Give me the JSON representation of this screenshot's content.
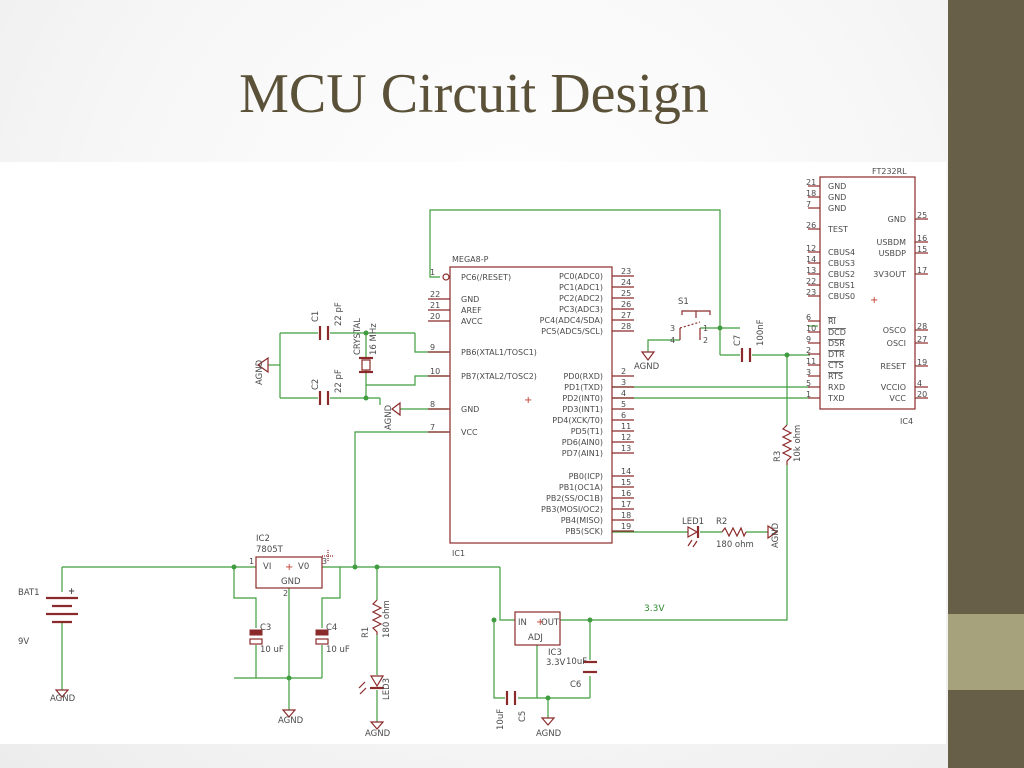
{
  "slide": {
    "title": "MCU Circuit Design"
  },
  "theme": {
    "accent": "#675f48",
    "accent_light": "#a6a27b",
    "wire": "#3f9d3f",
    "part": "#8b2a2a"
  },
  "ic1": {
    "name": "MEGA8-P",
    "ref": "IC1",
    "left_pins": [
      {
        "num": "1",
        "label": "PC6(/RESET)"
      },
      {
        "num": "22",
        "label": "GND"
      },
      {
        "num": "21",
        "label": "AREF"
      },
      {
        "num": "20",
        "label": "AVCC"
      },
      {
        "num": "9",
        "label": "PB6(XTAL1/TOSC1)"
      },
      {
        "num": "10",
        "label": "PB7(XTAL2/TOSC2)"
      },
      {
        "num": "8",
        "label": "GND"
      },
      {
        "num": "7",
        "label": "VCC"
      }
    ],
    "right_pins": [
      {
        "num": "23",
        "label": "PC0(ADC0)"
      },
      {
        "num": "24",
        "label": "PC1(ADC1)"
      },
      {
        "num": "25",
        "label": "PC2(ADC2)"
      },
      {
        "num": "26",
        "label": "PC3(ADC3)"
      },
      {
        "num": "27",
        "label": "PC4(ADC4/SDA)"
      },
      {
        "num": "28",
        "label": "PC5(ADC5/SCL)"
      },
      {
        "num": "2",
        "label": "PD0(RXD)"
      },
      {
        "num": "3",
        "label": "PD1(TXD)"
      },
      {
        "num": "4",
        "label": "PD2(INT0)"
      },
      {
        "num": "5",
        "label": "PD3(INT1)"
      },
      {
        "num": "6",
        "label": "PD4(XCK/T0)"
      },
      {
        "num": "11",
        "label": "PD5(T1)"
      },
      {
        "num": "12",
        "label": "PD6(AIN0)"
      },
      {
        "num": "13",
        "label": "PD7(AIN1)"
      },
      {
        "num": "14",
        "label": "PB0(ICP)"
      },
      {
        "num": "15",
        "label": "PB1(OC1A)"
      },
      {
        "num": "16",
        "label": "PB2(SS/OC1B)"
      },
      {
        "num": "17",
        "label": "PB3(MOSI/OC2)"
      },
      {
        "num": "18",
        "label": "PB4(MISO)"
      },
      {
        "num": "19",
        "label": "PB5(SCK)"
      }
    ]
  },
  "ic4": {
    "name": "FT232RL",
    "ref": "IC4",
    "left_pins": [
      {
        "num": "21",
        "label": "GND"
      },
      {
        "num": "18",
        "label": "GND"
      },
      {
        "num": "7",
        "label": "GND"
      },
      {
        "num": "26",
        "label": "TEST"
      },
      {
        "num": "12",
        "label": "CBUS4"
      },
      {
        "num": "14",
        "label": "CBUS3"
      },
      {
        "num": "13",
        "label": "CBUS2"
      },
      {
        "num": "22",
        "label": "CBUS1"
      },
      {
        "num": "23",
        "label": "CBUS0"
      },
      {
        "num": "6",
        "label": "RI"
      },
      {
        "num": "10",
        "label": "DCD"
      },
      {
        "num": "9",
        "label": "DSR"
      },
      {
        "num": "2",
        "label": "DTR"
      },
      {
        "num": "11",
        "label": "CTS"
      },
      {
        "num": "3",
        "label": "RTS"
      },
      {
        "num": "5",
        "label": "RXD"
      },
      {
        "num": "1",
        "label": "TXD"
      }
    ],
    "right_pins": [
      {
        "num": "25",
        "label": "GND"
      },
      {
        "num": "16",
        "label": "USBDM"
      },
      {
        "num": "15",
        "label": "USBDP"
      },
      {
        "num": "17",
        "label": "3V3OUT"
      },
      {
        "num": "28",
        "label": "OSCO"
      },
      {
        "num": "27",
        "label": "OSCI"
      },
      {
        "num": "19",
        "label": "RESET"
      },
      {
        "num": "4",
        "label": "VCCIO"
      },
      {
        "num": "20",
        "label": "VCC"
      }
    ]
  },
  "parts": {
    "c1": {
      "ref": "C1",
      "value": "22 pF"
    },
    "c2": {
      "ref": "C2",
      "value": "22 pF"
    },
    "crystal": {
      "ref": "CRYSTAL",
      "value": "16 MHz"
    },
    "s1": {
      "ref": "S1",
      "pins": [
        "3",
        "1",
        "4",
        "2"
      ]
    },
    "c7": {
      "ref": "C7",
      "value": "100nF"
    },
    "r3": {
      "ref": "R3",
      "value": "10k ohm"
    },
    "led1": {
      "ref": "LED1"
    },
    "r2": {
      "ref": "R2",
      "value": "180 ohm"
    },
    "ic2": {
      "ref": "IC2",
      "name": "7805T",
      "vi": "VI",
      "vo": "V0",
      "gnd": "GND",
      "pins": [
        "1",
        "2",
        "3"
      ]
    },
    "bat1": {
      "ref": "BAT1",
      "value": "9V"
    },
    "c3": {
      "ref": "C3",
      "value": "10 uF"
    },
    "c4": {
      "ref": "C4",
      "value": "10 uF"
    },
    "r1": {
      "ref": "R1",
      "value": "180 ohm"
    },
    "led3": {
      "ref": "LED3"
    },
    "ic3": {
      "ref": "IC3",
      "in": "IN",
      "out": "OUT",
      "adj": "ADJ",
      "value": "3.3V"
    },
    "c5": {
      "ref": "C5",
      "value": "10uF"
    },
    "c6": {
      "ref": "C6",
      "value": "10uF"
    }
  },
  "nets": {
    "agnd": "AGND",
    "rail_3v3": "3.3V",
    "plus": "+"
  }
}
